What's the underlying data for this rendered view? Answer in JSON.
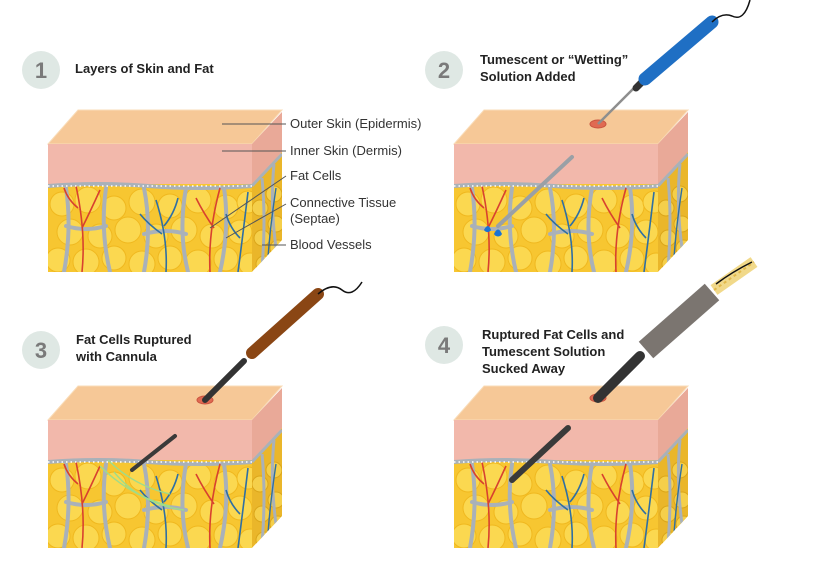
{
  "steps": [
    {
      "number": "1",
      "title_lines": [
        "Layers of Skin and Fat"
      ]
    },
    {
      "number": "2",
      "title_lines": [
        "Tumescent or “Wetting”",
        "Solution Added"
      ]
    },
    {
      "number": "3",
      "title_lines": [
        "Fat Cells Ruptured",
        "with Cannula"
      ]
    },
    {
      "number": "4",
      "title_lines": [
        "Ruptured Fat Cells and",
        "Tumescent Solution",
        "Sucked Away"
      ]
    }
  ],
  "layer_labels": {
    "epidermis": "Outer Skin (Epidermis)",
    "dermis": "Inner Skin (Dermis)",
    "fat_cells": "Fat Cells",
    "septae_line1": "Connective Tissue",
    "septae_line2": "(Septae)",
    "vessels": "Blood Vessels"
  },
  "colors": {
    "epidermis_top": "#f6c897",
    "dermis": "#f2b8ab",
    "fat": "#f7c631",
    "fat_cell": "#fbd850",
    "septae": "#a9b1b9",
    "vessel_red": "#d8412f",
    "vessel_blue": "#2f6fa3",
    "badge": "#dfe8e4",
    "probe_blue": "#1f6fc4",
    "probe_brown": "#8a4614",
    "probe_gray": "#7b7570",
    "droplet": "#1a73d4"
  }
}
